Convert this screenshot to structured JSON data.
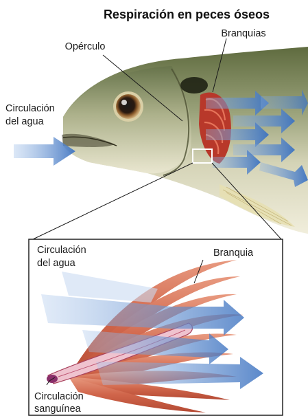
{
  "title": "Respiración en peces óseos",
  "labels": {
    "operculo": "Opérculo",
    "branquias": "Branquias",
    "circulacion_agua_1": "Circulación",
    "circulacion_agua_2": "del agua",
    "inset_circulacion_agua_1": "Circulación",
    "inset_circulacion_agua_2": "del agua",
    "inset_branquia": "Branquia",
    "inset_circulacion_sanguinea_1": "Circulación",
    "inset_circulacion_sanguinea_2": "sanguínea"
  },
  "colors": {
    "water_arrow": "#4f86c8",
    "gill_red": "#c8402b",
    "filament": "#d9735a",
    "fish_back": "#6f7c4e",
    "fish_belly": "#e9e6d0"
  }
}
